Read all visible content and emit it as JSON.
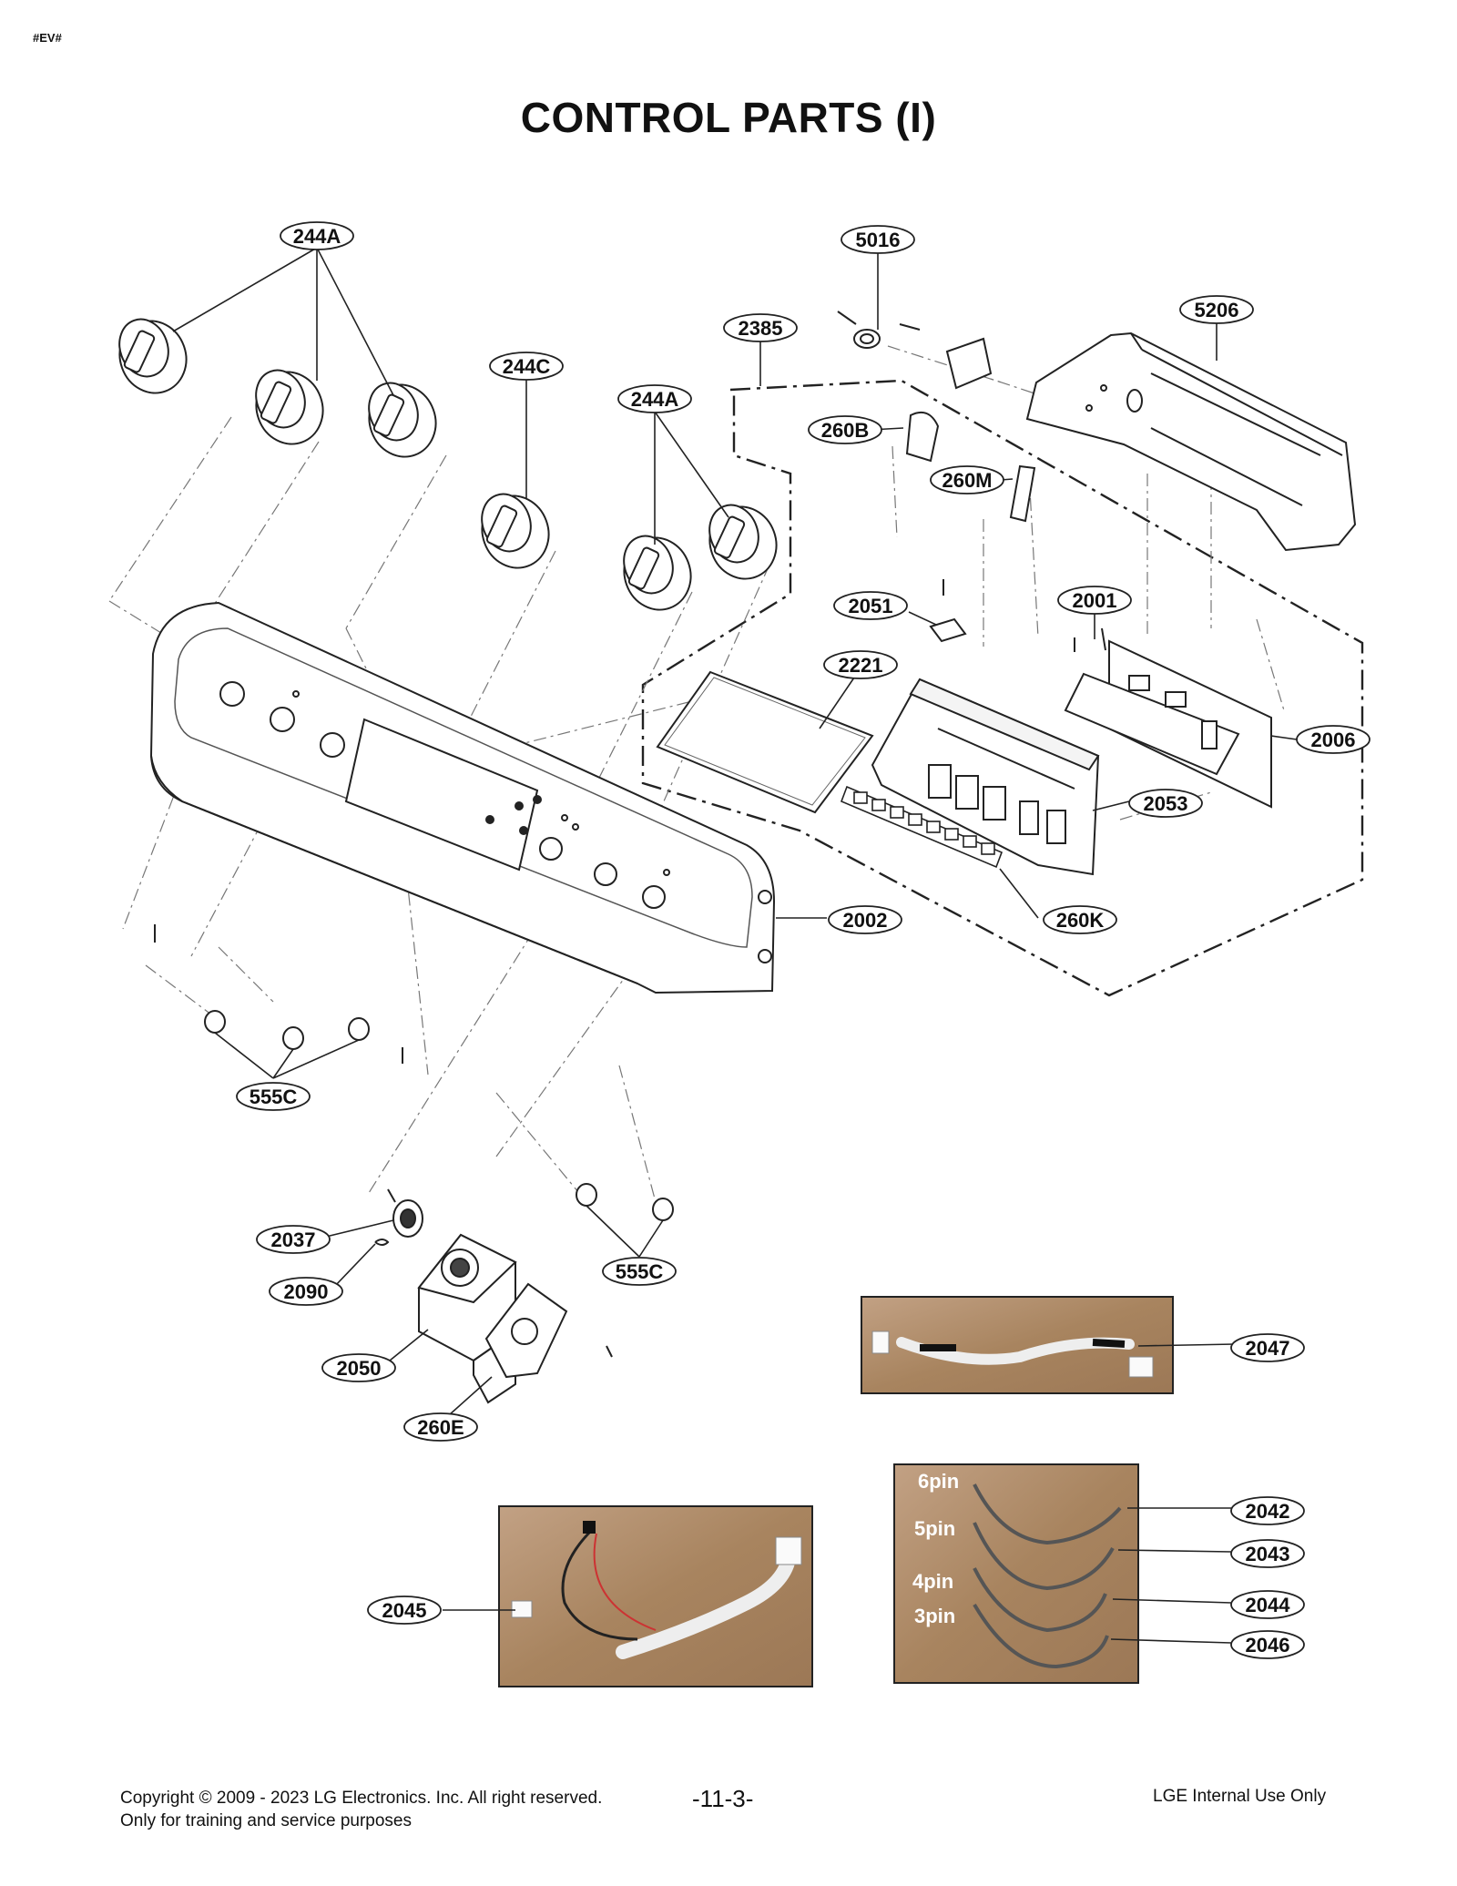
{
  "header": {
    "tag": "#EV#"
  },
  "page": {
    "title": "CONTROL PARTS (I)"
  },
  "callouts": [
    {
      "id": "c-244a-top",
      "label": "244A"
    },
    {
      "id": "c-244c",
      "label": "244C"
    },
    {
      "id": "c-244a-mid",
      "label": "244A"
    },
    {
      "id": "c-5016",
      "label": "5016"
    },
    {
      "id": "c-2385",
      "label": "2385"
    },
    {
      "id": "c-5206",
      "label": "5206"
    },
    {
      "id": "c-260b",
      "label": "260B"
    },
    {
      "id": "c-260m",
      "label": "260M"
    },
    {
      "id": "c-2051",
      "label": "2051"
    },
    {
      "id": "c-2001",
      "label": "2001"
    },
    {
      "id": "c-2221",
      "label": "2221"
    },
    {
      "id": "c-2006",
      "label": "2006"
    },
    {
      "id": "c-2053",
      "label": "2053"
    },
    {
      "id": "c-2002",
      "label": "2002"
    },
    {
      "id": "c-260k",
      "label": "260K"
    },
    {
      "id": "c-555c-left",
      "label": "555C"
    },
    {
      "id": "c-555c-right",
      "label": "555C"
    },
    {
      "id": "c-2037",
      "label": "2037"
    },
    {
      "id": "c-2090",
      "label": "2090"
    },
    {
      "id": "c-2050",
      "label": "2050"
    },
    {
      "id": "c-260e",
      "label": "260E"
    },
    {
      "id": "c-2047",
      "label": "2047"
    },
    {
      "id": "c-2042",
      "label": "2042"
    },
    {
      "id": "c-2043",
      "label": "2043"
    },
    {
      "id": "c-2044",
      "label": "2044"
    },
    {
      "id": "c-2046",
      "label": "2046"
    },
    {
      "id": "c-2045",
      "label": "2045"
    }
  ],
  "harness_pins": [
    "6pin",
    "5pin",
    "4pin",
    "3pin"
  ],
  "footer": {
    "copyright": "Copyright © 2009 - 2023 LG Electronics. Inc. All right reserved.",
    "purpose": "Only for training and service purposes",
    "page_number": "-11-3-",
    "usage": "LGE Internal Use Only"
  },
  "colors": {
    "photo_bg": "#b08e6e",
    "line": "#222222",
    "ellipse_fill": "#ffffff"
  }
}
